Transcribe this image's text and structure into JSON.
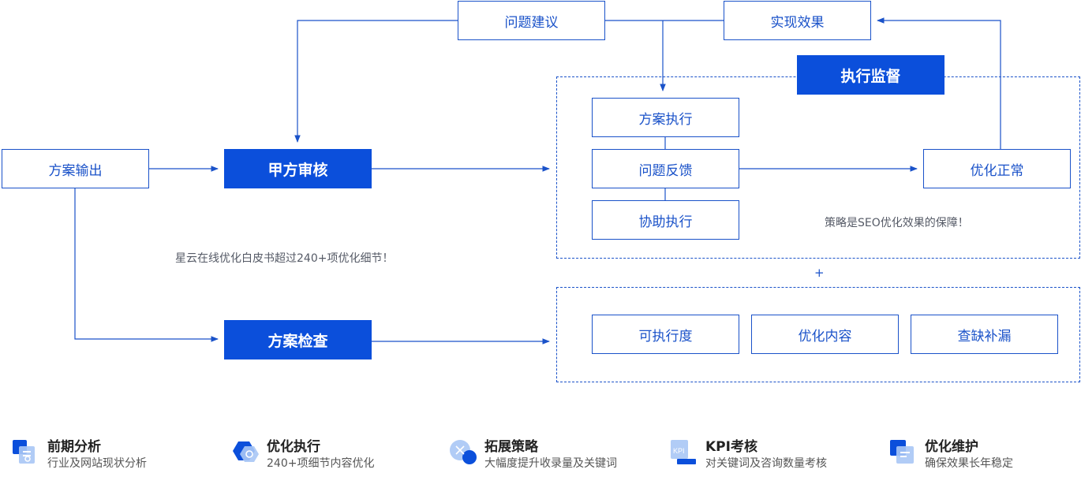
{
  "colors": {
    "accent": "#0b4fdb",
    "line": "#1a52c9"
  },
  "top": {
    "suggestion": "问题建议",
    "effect": "实现效果"
  },
  "left": {
    "output": "方案输出",
    "review": "甲方审核",
    "check": "方案检查"
  },
  "supervision": {
    "title": "执行监督",
    "execute": "方案执行",
    "feedback": "问题反馈",
    "assist": "协助执行",
    "normal": "优化正常",
    "note": "策略是SEO优化效果的保障！"
  },
  "whitepaper_note": "星云在线优化白皮书超过240+项优化细节！",
  "plus": "+",
  "checklist": {
    "feasibility": "可执行度",
    "content": "优化内容",
    "gaps": "查缺补漏"
  },
  "features": [
    {
      "icon": "analysis-icon",
      "title": "前期分析",
      "desc": "行业及网站现状分析"
    },
    {
      "icon": "gear-hexagon-icon",
      "title": "优化执行",
      "desc": "240+项细节内容优化"
    },
    {
      "icon": "expand-circle-icon",
      "title": "拓展策略",
      "desc": "大幅度提升收录量及关键词"
    },
    {
      "icon": "kpi-icon",
      "title": "KPI考核",
      "desc": "对关键词及咨询数量考核"
    },
    {
      "icon": "maintenance-icon",
      "title": "优化维护",
      "desc": "确保效果长年稳定"
    }
  ]
}
